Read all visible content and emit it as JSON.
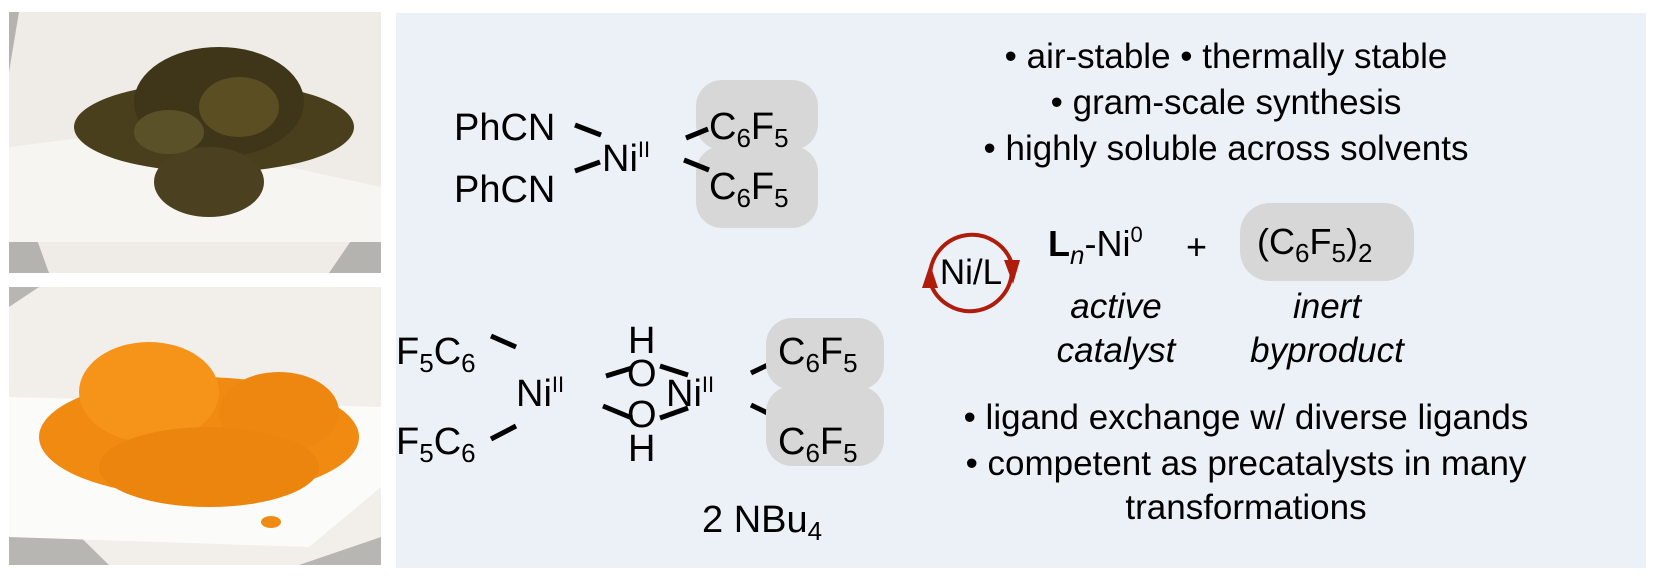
{
  "photos": {
    "top": {
      "label": "dark olive crystalline solid photo",
      "solid_color": "#4a3f1c",
      "paper_color": "#efece7",
      "surface_color": "#b5b3b0"
    },
    "bottom": {
      "label": "orange powder photo",
      "solid_color": "#f08a10",
      "paper_color": "#f2efea",
      "surface_color": "#b8b6b3"
    }
  },
  "panel": {
    "background": "#ecf0f7",
    "highlight": "#d7d7d7",
    "accent": "#b01c0c"
  },
  "complex1": {
    "ligand_top": "PhCN",
    "ligand_bottom": "PhCN",
    "metal": "Ni",
    "oxidation": "II",
    "aryl": {
      "c": "C",
      "c_sub": "6",
      "f": "F",
      "f_sub": "5"
    }
  },
  "complex2": {
    "left_aryl": {
      "f": "F",
      "f_sub": "5",
      "c": "C",
      "c_sub": "6"
    },
    "right_aryl": {
      "c": "C",
      "c_sub": "6",
      "f": "F",
      "f_sub": "5"
    },
    "metal": "Ni",
    "oxidation": "II",
    "bridge_atom": "O",
    "bridge_h": "H",
    "counterion_prefix": "2 NBu",
    "counterion_sub": "4"
  },
  "bullets_top": [
    "• air-stable • thermally stable",
    "• gram-scale synthesis",
    "• highly soluble across solvents"
  ],
  "cycle": {
    "label": "Ni/L",
    "icon": "catalytic-cycle-arrows-icon"
  },
  "products": {
    "catalyst": {
      "l": "L",
      "l_sub": "n",
      "dash_ni": "-Ni",
      "ox": "0"
    },
    "plus": "+",
    "byproduct": {
      "open": "(C",
      "c_sub": "6",
      "f": "F",
      "f_sub": "5",
      "close": ")",
      "n_sub": "2"
    },
    "catalyst_caption": [
      "active",
      "catalyst"
    ],
    "byproduct_caption": [
      "inert",
      "byproduct"
    ]
  },
  "bullets_bottom": [
    "• ligand exchange w/ diverse ligands",
    "• competent as precatalysts in many",
    "transformations"
  ]
}
